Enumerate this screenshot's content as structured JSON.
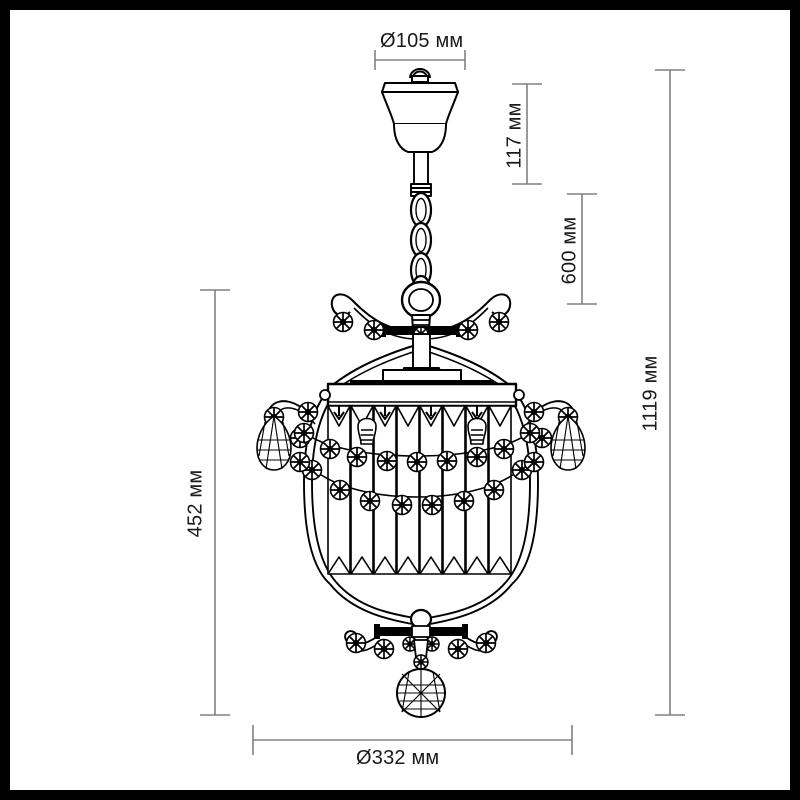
{
  "drawing": {
    "subject": "crystal-pendant-chandelier",
    "unit": "мм",
    "line_color": "#808080",
    "ink_color": "#1a1a1a",
    "background": "#ffffff",
    "border_color": "#000000"
  },
  "dimensions": {
    "canopy_diameter": {
      "label": "Ø105 мм",
      "value": 105,
      "axis": "horizontal",
      "position": "top"
    },
    "canopy_height": {
      "label": "117 мм",
      "value": 117,
      "axis": "vertical",
      "position": "upper-right-inner"
    },
    "suspension_drop": {
      "label": "600 мм",
      "value": 600,
      "axis": "vertical",
      "position": "upper-right-middle"
    },
    "total_height": {
      "label": "1119 мм",
      "value": 1119,
      "axis": "vertical",
      "position": "far-right"
    },
    "body_height": {
      "label": "452 мм",
      "value": 452,
      "axis": "vertical",
      "position": "left"
    },
    "body_diameter": {
      "label": "Ø332 мм",
      "value": 332,
      "axis": "horizontal",
      "position": "bottom"
    }
  },
  "parts": {
    "canopy": "ceiling-canopy",
    "suspension_rod": "suspension-rod",
    "chain": "suspension-chain",
    "crown": "decorative-crown-scrolls",
    "top_plate": "lamp-mounting-plate",
    "crystal_rods": "vertical-crystal-prism-rods",
    "bulbs": "light-bulbs",
    "bead_garlands": "crystal-bead-garlands",
    "side_drops": "teardrop-crystal-pendants",
    "bottom_scrolls": "bottom-scroll-bracket",
    "finial": "faceted-crystal-ball-finial"
  }
}
